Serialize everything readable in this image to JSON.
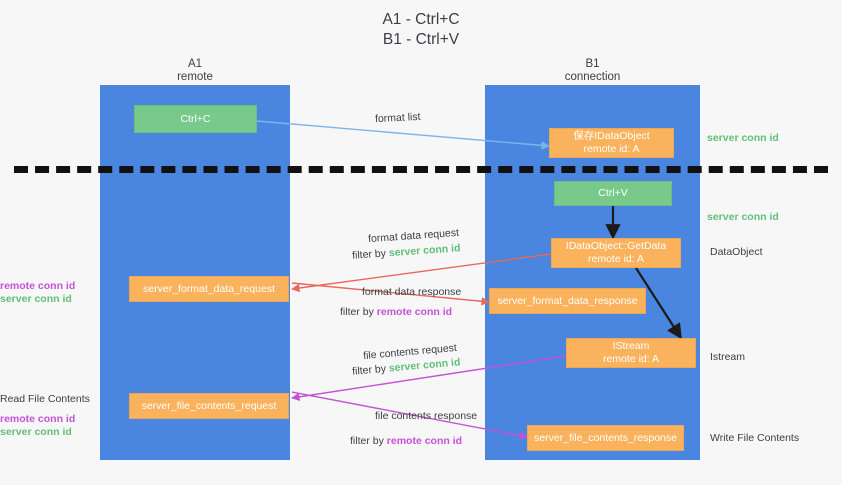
{
  "title": "A1 - Ctrl+C\nB1 - Ctrl+V",
  "lanes": [
    {
      "name": "A1",
      "sub": "remote"
    },
    {
      "name": "B1",
      "sub": "connection"
    }
  ],
  "boxes": {
    "ctrl_c": "Ctrl+C",
    "ctrl_v": "Ctrl+V",
    "idataobject_line1": "保存IDataObject",
    "idataobject_line2": "remote id: A",
    "getdata_line1": "IDataObject::GetData",
    "getdata_line2": "remote id: A",
    "istream_line1": "IStream",
    "istream_line2": "remote id: A",
    "server_format_data_request": "server_format_data_request",
    "server_format_data_response": "server_format_data_response",
    "server_file_contents_request": "server_file_contents_request",
    "server_file_contents_response": "server_file_contents_response"
  },
  "arrow_labels": {
    "format_list": "format list",
    "format_data_request": "format data request",
    "format_data_request_filter_prefix": "filter by ",
    "format_data_request_filter_key": "server conn id",
    "format_data_response": "format data response",
    "format_data_response_filter_prefix": "filter by ",
    "format_data_response_filter_key": "remote conn id",
    "file_contents_request": "file contents request",
    "file_contents_request_filter_prefix": "filter by ",
    "file_contents_request_filter_key": "server conn id",
    "file_contents_response": "file contents response",
    "file_contents_response_filter_prefix": "filter by ",
    "file_contents_response_filter_key": "remote conn id"
  },
  "right_labels": {
    "server_conn_id_top": "server conn id",
    "server_conn_id_mid": "server conn id",
    "dataobject": "DataObject",
    "istream": "Istream",
    "write_file_contents": "Write File Contents"
  },
  "left_labels": {
    "remote_conn_id_1": "remote conn id",
    "server_conn_id_1": "server conn id",
    "read_file_contents": "Read File Contents",
    "remote_conn_id_2": "remote conn id",
    "server_conn_id_2": "server conn id"
  },
  "colors": {
    "lane": "#4a86e0",
    "green_box": "#78c98a",
    "orange_box": "#fbb25c",
    "green_text": "#5fbf77",
    "purple_text": "#c452d6",
    "blue_arrow": "#7fb3ea",
    "red_arrow": "#e8685c",
    "magenta_arrow": "#c452d6",
    "dark_arrow": "#1a1a1a",
    "background": "#f7f7f7"
  }
}
